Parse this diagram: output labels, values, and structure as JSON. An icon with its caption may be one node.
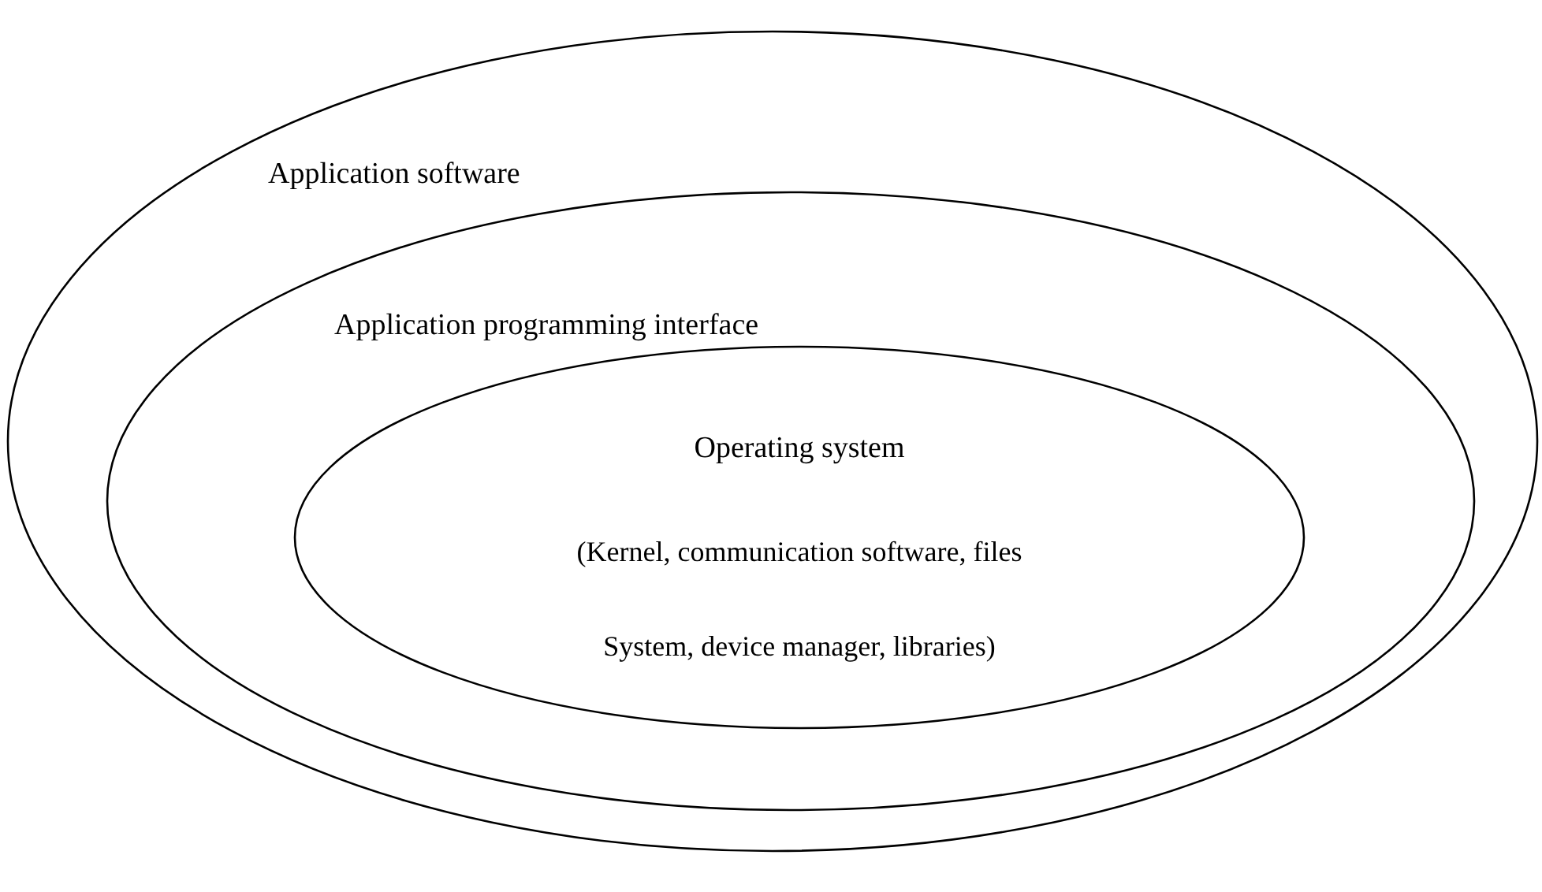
{
  "diagram": {
    "nodes": [
      {
        "text": [
          "Application software"
        ]
      },
      {
        "text": [
          "Application programming interface"
        ],
        "in": 0
      },
      {
        "text": [
          "Operating system",
          "(Kernel, communication software, files System, device manager, libraries)"
        ],
        "in": 1
      }
    ]
  }
}
